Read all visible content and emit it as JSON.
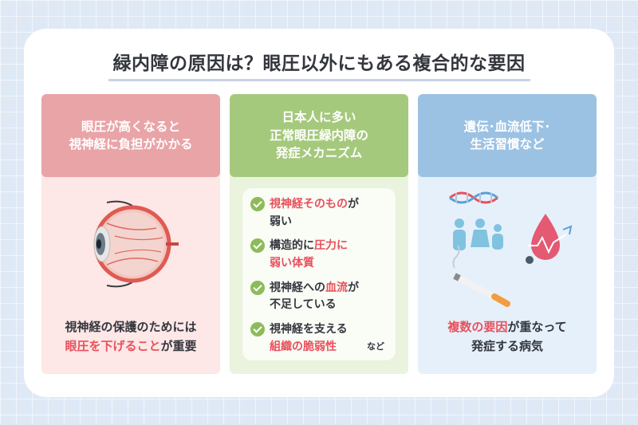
{
  "title": "緑内障の原因は？眼圧以外にもある複合的な要因",
  "columns": [
    {
      "heading": [
        "眼圧が高くなると",
        "視神経に負担がかかる"
      ],
      "caption_line1": "視神経の保護のためには",
      "caption_line2_highlight": "眼圧を下げること",
      "caption_line2_rest": "が重要"
    },
    {
      "heading": [
        "日本人に多い",
        "正常眼圧緑内障の",
        "発症メカニズム"
      ],
      "items": [
        {
          "highlight": "視神経そのもの",
          "rest1": "が",
          "line2": "弱い"
        },
        {
          "plain": "構造的に",
          "highlight": "圧力に",
          "line2_highlight": "弱い体質"
        },
        {
          "plain": "視神経への",
          "highlight": "血流",
          "rest1": "が",
          "line2": "不足している"
        },
        {
          "plain": "視神経を支える",
          "line2_highlight": "組織の脆弱性"
        }
      ],
      "note": "など"
    },
    {
      "heading": [
        "遺伝･血流低下･",
        "生活習慣など"
      ],
      "caption_line1_highlight": "複数の要因",
      "caption_line1_rest": "が重なって",
      "caption_line2": "発症する病気"
    }
  ],
  "colors": {
    "pink": "#e9a4a8",
    "green": "#a5c97c",
    "blue": "#9cc2e3",
    "highlight": "#e8505b"
  }
}
